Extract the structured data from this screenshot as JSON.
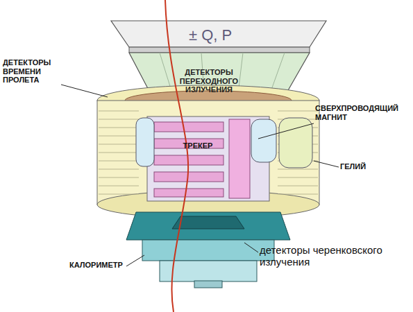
{
  "diagram": {
    "labels": [
      "± Q, P",
      "ДЕТЕКТОРЫ ВРЕМЕНИ ПРОЛЕТА",
      "ДЕТЕКТОРЫ ПЕРЕХОДНОГО ИЗЛУЧЕНИЯ",
      "СВЕРХПРОВОДЯЩИЙ МАГНИТ",
      "ТРЕКЕР",
      "ГЕЛИЙ",
      "КАЛОРИМЕТР",
      "детекторы черенковского излучения"
    ]
  }
}
